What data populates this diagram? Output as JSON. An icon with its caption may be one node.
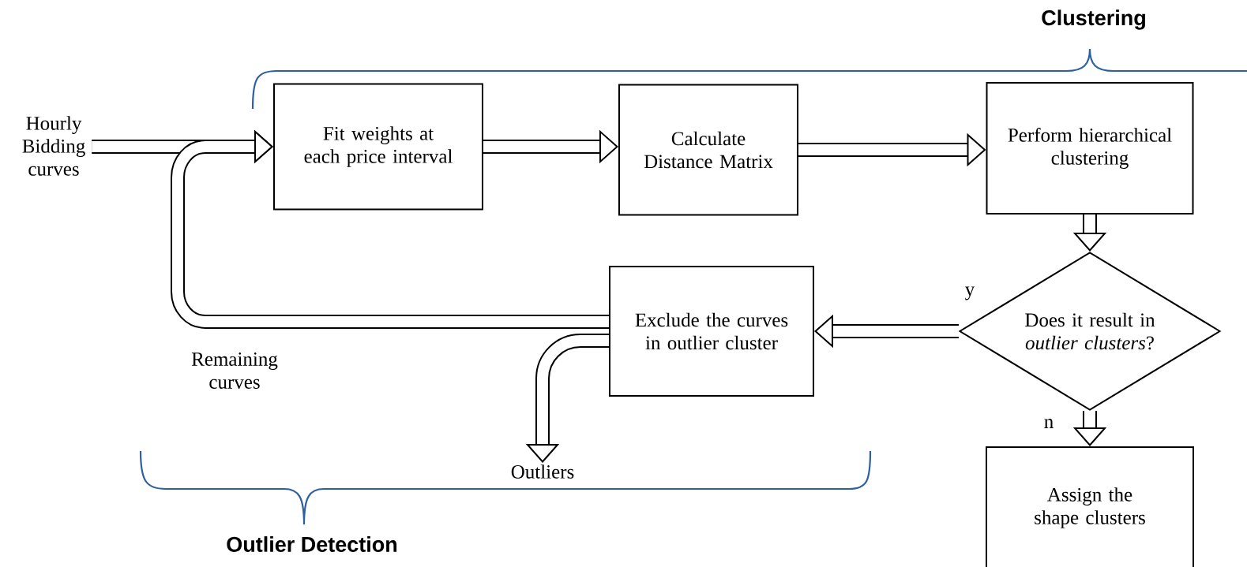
{
  "diagram": {
    "nodes": [
      {
        "text": [
          "Hourly Bidding curves"
        ]
      },
      {
        "text": [
          "Fit weights at each price interval"
        ]
      },
      {
        "text": [
          "Calculate Distance Matrix"
        ]
      },
      {
        "text": [
          "Perform hierarchical clustering"
        ]
      },
      {
        "text": [
          "Does it result in *outlier clusters*?"
        ]
      },
      {
        "text": [
          "Exclude the curves in outlier cluster"
        ]
      },
      {
        "text": [
          "Assign the shape clusters"
        ]
      },
      {
        "text": [
          "Outliers"
        ]
      }
    ],
    "edges": [
      {
        "from": 0,
        "to": 1,
        "arrow": "to"
      },
      {
        "from": 1,
        "to": 2,
        "arrow": "to"
      },
      {
        "from": 2,
        "to": 3,
        "arrow": "to"
      },
      {
        "from": 3,
        "to": 4,
        "arrow": "to"
      },
      {
        "from": 4,
        "to": 5,
        "arrow": "to",
        "label": "y"
      },
      {
        "from": 4,
        "to": 6,
        "arrow": "to",
        "label": "n"
      },
      {
        "from": 5,
        "to": 1,
        "arrow": "to",
        "label": "Remaining curves"
      },
      {
        "from": 5,
        "to": 7,
        "arrow": "to"
      }
    ],
    "labels": [
      "Clustering",
      "Outlier Detection"
    ]
  }
}
